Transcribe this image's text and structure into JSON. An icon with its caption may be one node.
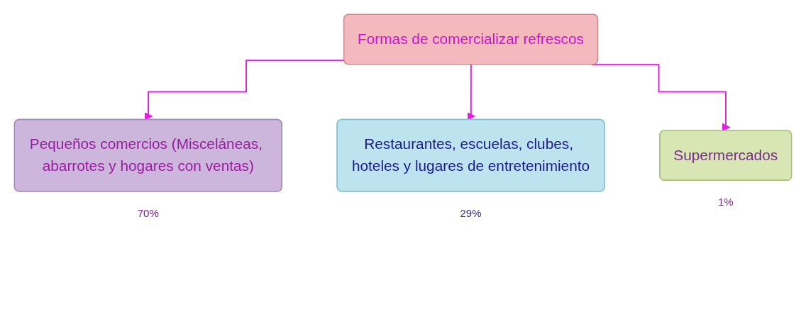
{
  "diagram": {
    "nodes": [
      {
        "text": [
          "Formas de comercializar refrescos"
        ]
      },
      {
        "text": [
          "Pequeños comercios (Misceláneas, abarrotes y hogares con ventas)"
        ],
        "beside": [
          "70%"
        ]
      },
      {
        "text": [
          "Restaurantes, escuelas, clubes, hoteles y lugares de entretenimiento"
        ],
        "beside": [
          "29%"
        ]
      },
      {
        "text": [
          "Supermercados"
        ],
        "beside": [
          "1%"
        ]
      }
    ],
    "edges": [
      {
        "from": 0,
        "to": 1,
        "arrow": "to"
      },
      {
        "from": 0,
        "to": 2,
        "arrow": "to"
      },
      {
        "from": 0,
        "to": 3,
        "arrow": "to"
      }
    ]
  }
}
